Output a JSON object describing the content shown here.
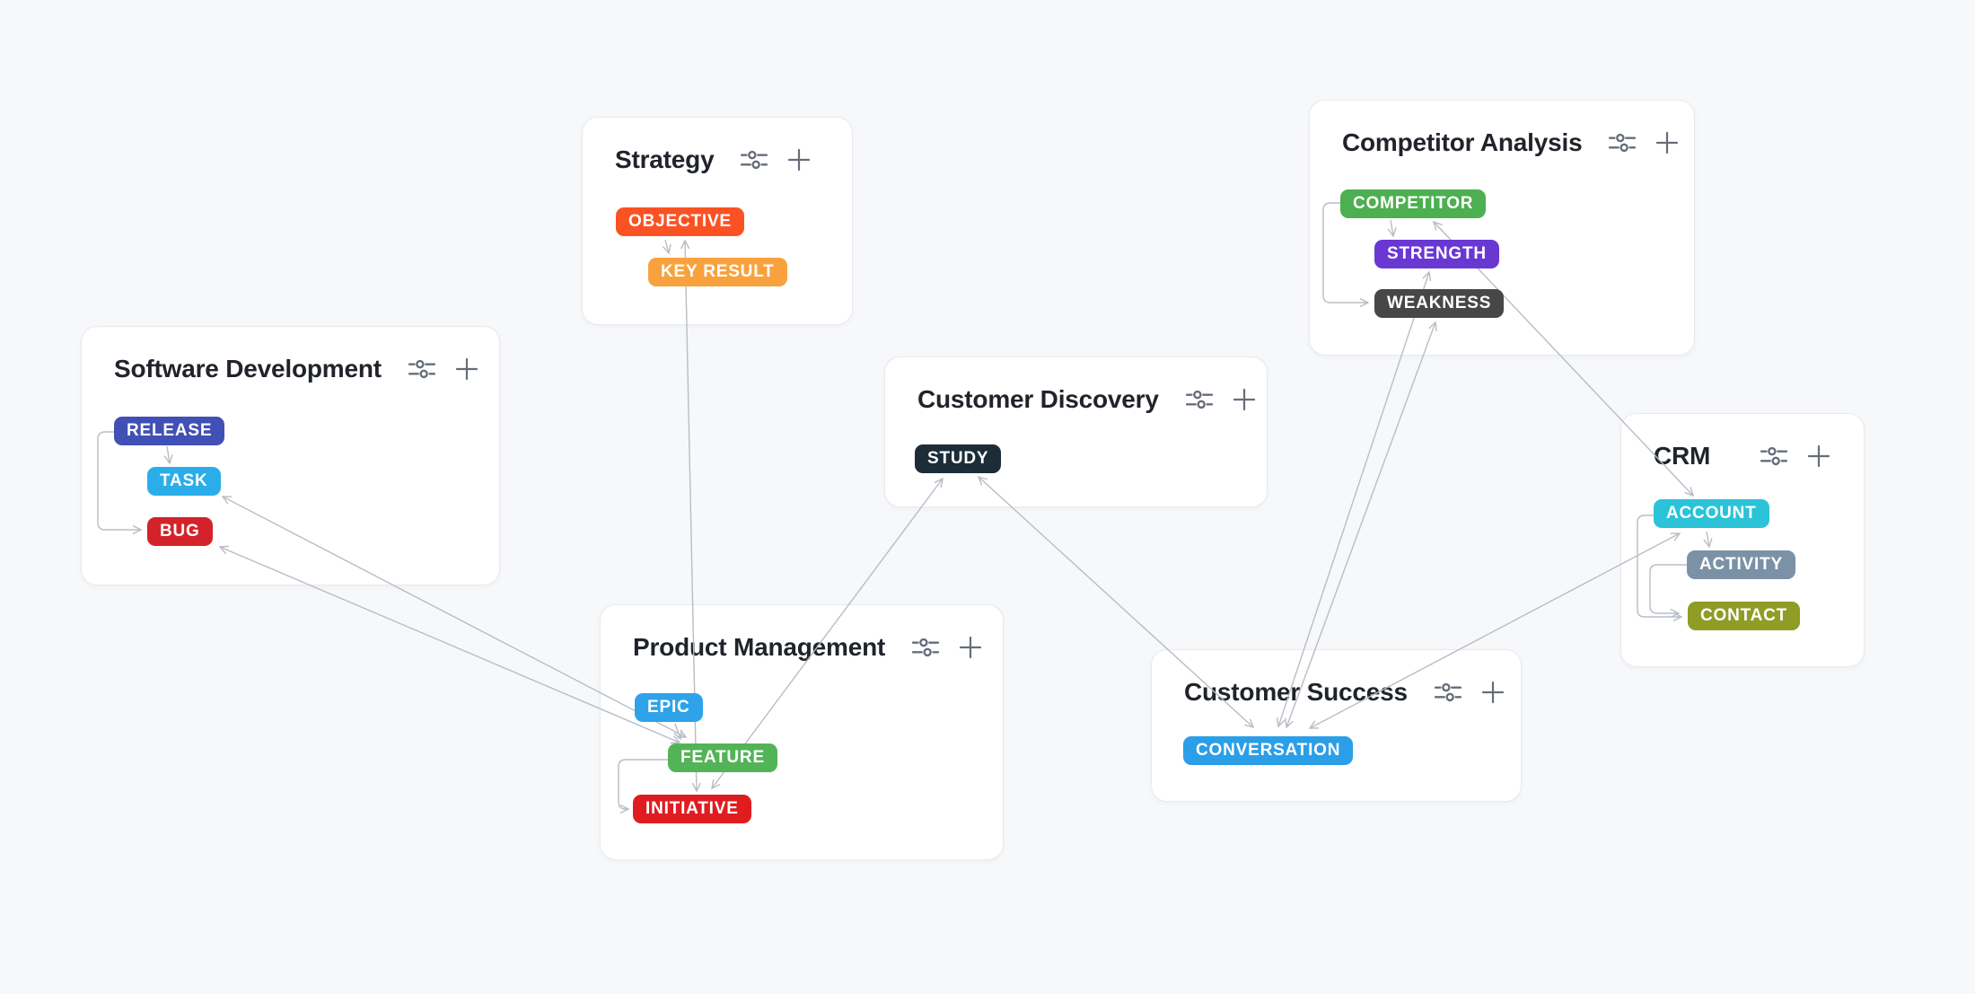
{
  "app": {
    "background": "#f7f8fa",
    "connector_color": "#b8bdc5",
    "card_background": "#ffffff"
  },
  "header_icons": {
    "settings": "sliders-icon",
    "add": "plus-icon"
  },
  "cards": [
    {
      "title": "Strategy",
      "badges": [
        {
          "label": "OBJECTIVE",
          "color": "#fb5224"
        },
        {
          "label": "KEY RESULT",
          "color": "#f9a23d"
        }
      ]
    },
    {
      "title": "Competitor Analysis",
      "badges": [
        {
          "label": "COMPETITOR",
          "color": "#4caf50"
        },
        {
          "label": "STRENGTH",
          "color": "#6938d3"
        },
        {
          "label": "WEAKNESS",
          "color": "#474747"
        }
      ]
    },
    {
      "title": "Software Development",
      "badges": [
        {
          "label": "RELEASE",
          "color": "#4150b5"
        },
        {
          "label": "TASK",
          "color": "#2badea"
        },
        {
          "label": "BUG",
          "color": "#d4222b"
        }
      ]
    },
    {
      "title": "Customer Discovery",
      "badges": [
        {
          "label": "STUDY",
          "color": "#1c2d38"
        }
      ]
    },
    {
      "title": "CRM",
      "badges": [
        {
          "label": "ACCOUNT",
          "color": "#2ac3d7"
        },
        {
          "label": "ACTIVITY",
          "color": "#7b92a6"
        },
        {
          "label": "CONTACT",
          "color": "#8f9c26"
        }
      ]
    },
    {
      "title": "Product Management",
      "badges": [
        {
          "label": "EPIC",
          "color": "#2ea3ea"
        },
        {
          "label": "FEATURE",
          "color": "#53b457"
        },
        {
          "label": "INITIATIVE",
          "color": "#df1d21"
        }
      ]
    },
    {
      "title": "Customer Success",
      "badges": [
        {
          "label": "CONVERSATION",
          "color": "#2b9ee8"
        }
      ]
    }
  ],
  "connections": [
    {
      "from": "OBJECTIVE",
      "to": "KEY RESULT",
      "arrows": "end"
    },
    {
      "from": "COMPETITOR",
      "to": "STRENGTH",
      "arrows": "end"
    },
    {
      "from": "COMPETITOR",
      "to": "WEAKNESS",
      "arrows": "end"
    },
    {
      "from": "RELEASE",
      "to": "TASK",
      "arrows": "end"
    },
    {
      "from": "RELEASE",
      "to": "BUG",
      "arrows": "end"
    },
    {
      "from": "ACCOUNT",
      "to": "ACTIVITY",
      "arrows": "end"
    },
    {
      "from": "ACCOUNT",
      "to": "CONTACT",
      "arrows": "end"
    },
    {
      "from": "ACTIVITY",
      "to": "CONTACT",
      "arrows": "end"
    },
    {
      "from": "EPIC",
      "to": "FEATURE",
      "arrows": "end"
    },
    {
      "from": "FEATURE",
      "to": "INITIATIVE",
      "arrows": "end"
    },
    {
      "from": "OBJECTIVE",
      "to": "INITIATIVE",
      "arrows": "both"
    },
    {
      "from": "FEATURE",
      "to": "TASK",
      "arrows": "both"
    },
    {
      "from": "FEATURE",
      "to": "BUG",
      "arrows": "both"
    },
    {
      "from": "STUDY",
      "to": "INITIATIVE",
      "arrows": "both"
    },
    {
      "from": "STUDY",
      "to": "CONVERSATION",
      "arrows": "both"
    },
    {
      "from": "STRENGTH",
      "to": "CONVERSATION",
      "arrows": "both"
    },
    {
      "from": "WEAKNESS",
      "to": "CONVERSATION",
      "arrows": "both"
    },
    {
      "from": "ACCOUNT",
      "to": "CONVERSATION",
      "arrows": "both"
    },
    {
      "from": "COMPETITOR",
      "to": "ACCOUNT",
      "arrows": "both"
    }
  ]
}
